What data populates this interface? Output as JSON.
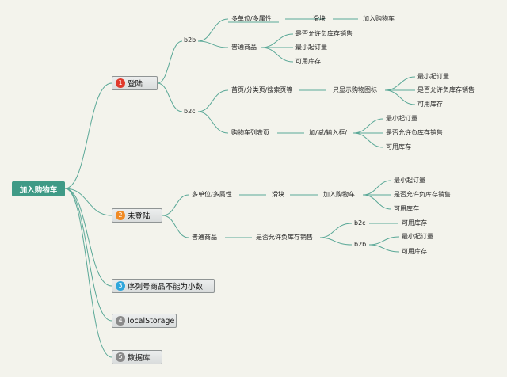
{
  "root": "加入购物车",
  "branches": [
    {
      "badge": "1",
      "badge_color": "#e03a2c",
      "label": "登陆"
    },
    {
      "badge": "2",
      "badge_color": "#f08a24",
      "label": "未登陆"
    },
    {
      "badge": "3",
      "badge_color": "#2fa6dc",
      "label": "序列号商品不能为小数"
    },
    {
      "badge": "4",
      "badge_color": "#8a8a8a",
      "label": "localStorage"
    },
    {
      "badge": "5",
      "badge_color": "#8a8a8a",
      "label": "数据库"
    }
  ],
  "nodes": {
    "b2b": "b2b",
    "b2c": "b2c",
    "a_multi": "多单位/多属性",
    "a_slider": "滑块",
    "a_addcart": "加入购物车",
    "a_normal": "普通商品",
    "a_n1": "是否允许负库存销售",
    "a_n2": "最小起订量",
    "a_n3": "可用库存",
    "c_pages": "首页/分类页/搜索页等",
    "c_icon": "只显示购物图标",
    "c_i1": "最小起订量",
    "c_i2": "是否允许负库存销售",
    "c_i3": "可用库存",
    "c_list": "购物车列表页",
    "c_input": "加/减/输入框/",
    "c_l1": "最小起订量",
    "c_l2": "是否允许负库存销售",
    "c_l3": "可用库存",
    "u_multi": "多单位/多属性",
    "u_slider": "滑块",
    "u_addcart": "加入购物车",
    "u_a1": "最小起订量",
    "u_a2": "是否允许负库存销售",
    "u_a3": "可用库存",
    "u_normal": "普通商品",
    "u_neg": "是否允许负库存销售",
    "u_b2c": "b2c",
    "u_b2c_1": "可用库存",
    "u_b2b": "b2b",
    "u_b2b_1": "最小起订量",
    "u_b2b_2": "可用库存"
  },
  "colors": {
    "edge": "#5aa897",
    "root": "#3f9a86",
    "background": "#f3f3ec"
  }
}
